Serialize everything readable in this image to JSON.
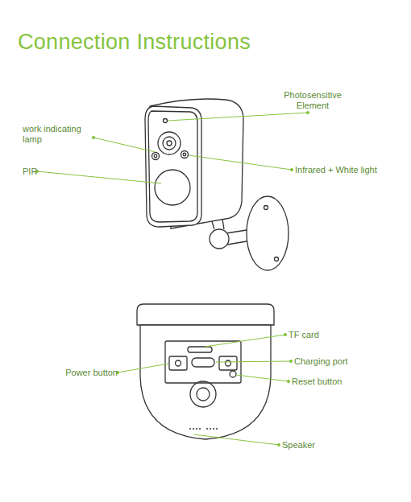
{
  "diagram": {
    "title": "Connection Instructions",
    "labels": [
      "Photosensitive Element",
      "work indicating lamp",
      "PIR",
      "Infrared + White light",
      "TF card",
      "Charging port",
      "Power button",
      "Reset button",
      "Speaker"
    ]
  }
}
